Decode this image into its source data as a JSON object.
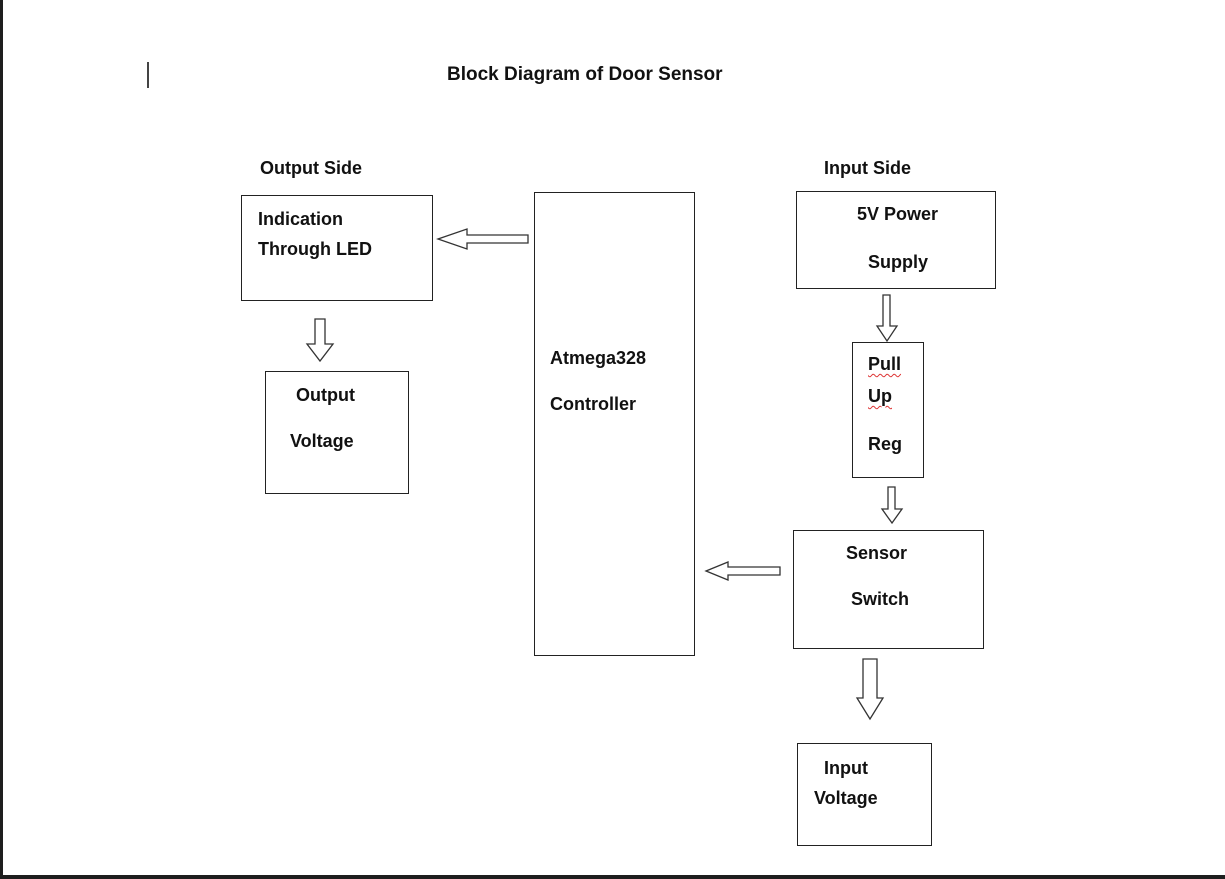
{
  "diagram": {
    "title": "Block Diagram of Door Sensor",
    "output_side_label": "Output Side",
    "input_side_label": "Input Side",
    "blocks": {
      "indication_led": {
        "line1": "Indication",
        "line2": "Through LED"
      },
      "output_voltage": {
        "line1": "Output",
        "line2": "Voltage"
      },
      "controller": {
        "line1": "Atmega328",
        "line2": "Controller"
      },
      "power_supply": {
        "line1": "5V Power",
        "line2": "Supply"
      },
      "pull_up_reg": {
        "line1": "Pull",
        "line2": "Up",
        "line3": "Reg"
      },
      "sensor_switch": {
        "line1": "Sensor",
        "line2": "Switch"
      },
      "input_voltage": {
        "line1": "Input",
        "line2": "Voltage"
      }
    }
  }
}
